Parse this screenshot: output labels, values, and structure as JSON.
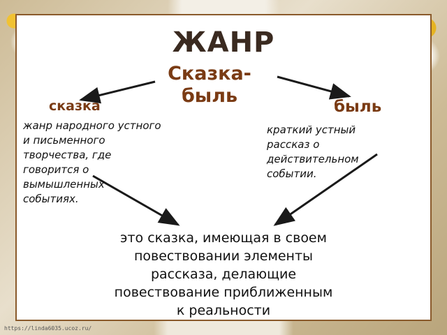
{
  "title": "ЖАНР",
  "center_term_line1": "Сказка-",
  "center_term_line2": "быль",
  "left": {
    "term": "сказка",
    "definition_lines": [
      "жанр народного устного",
      "и письменного",
      "творчества, где",
      "говорится о",
      "вымышленных",
      "событиях."
    ]
  },
  "right": {
    "term": "быль",
    "definition_lines": [
      "краткий устный",
      "рассказ о",
      "действительном",
      "событии."
    ]
  },
  "conclusion_lines": [
    "это сказка, имеющая в своем",
    "повествовании элементы",
    "рассказа, делающие",
    "повествование приближенным",
    "к реальности"
  ],
  "watermark": "https://linda6035.ucoz.ru/",
  "colors": {
    "term": "#7a3b14",
    "border": "#8a5a2b",
    "arrow": "#1a1a1a"
  }
}
